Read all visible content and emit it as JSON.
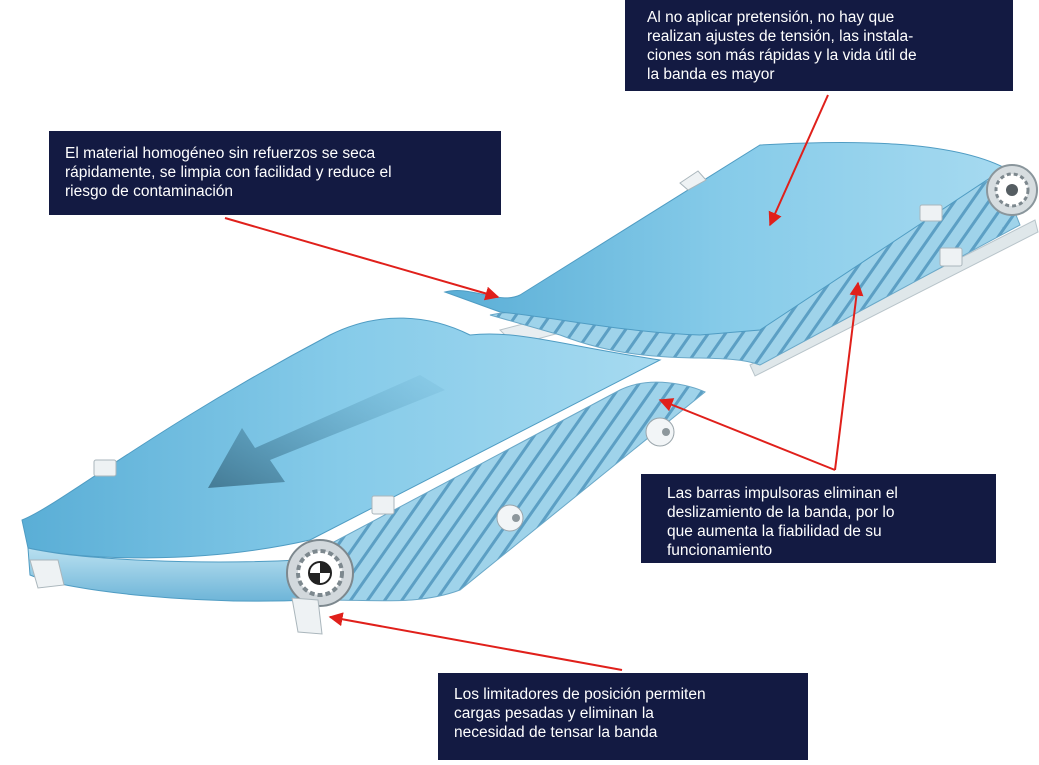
{
  "callouts": {
    "tension": "Al no aplicar pretensión, no hay que\nrealizan ajustes de tensión, las instala-\nciones son más rápidas y la vida útil de\nla banda es mayor",
    "material": "El material homogéneo sin refuerzos se seca\nrápidamente, se limpia con facilidad y reduce el\nriesgo de contaminación",
    "bars": "Las barras impulsoras eliminan el\ndeslizamiento de la banda, por lo\nque aumenta la fiabilidad de su\nfuncionamiento",
    "limiters": "Los limitadores de posición permiten\ncargas pesadas y eliminan la\nnecesidad de tensar la banda"
  },
  "colors": {
    "callout_bg": "#131a42",
    "callout_text": "#ffffff",
    "belt_blue": "#7ec4e4",
    "arrow_red": "#e0201b"
  }
}
